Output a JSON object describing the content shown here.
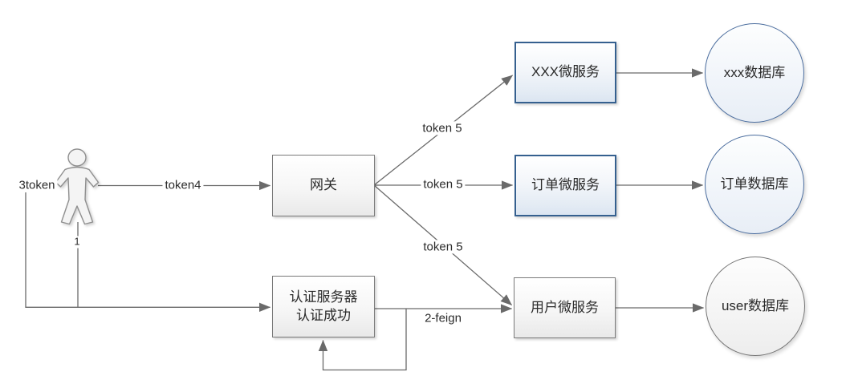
{
  "nodes": {
    "gateway": "网关",
    "auth_line1": "认证服务器",
    "auth_line2": "认证成功",
    "xxx_service": "XXX微服务",
    "order_service": "订单微服务",
    "user_service": "用户微服务",
    "xxx_db": "xxx数据库",
    "order_db": "订单数据库",
    "user_db": "user数据库"
  },
  "labels": {
    "actor_token": "3token",
    "actor_step": "1",
    "token4": "token4",
    "token5_top": "token 5",
    "token5_middle": "token 5",
    "token5_bottom": "token 5",
    "feign": "2-feign"
  },
  "colors": {
    "blue_border": "#35608f",
    "blue_fill_bottom": "#dbe5f1",
    "gray_border": "#7a7a7a",
    "line": "#6a6a6a",
    "background": "#ffffff"
  }
}
